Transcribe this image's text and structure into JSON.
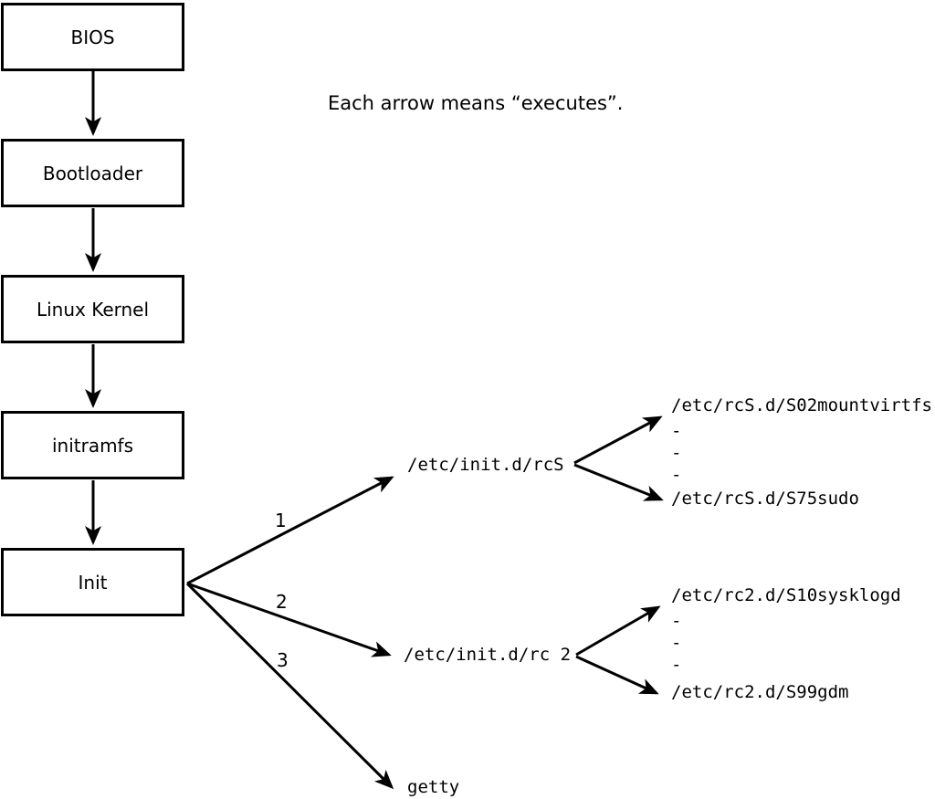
{
  "caption": "Each arrow means “executes”.",
  "chain": [
    {
      "label": "BIOS"
    },
    {
      "label": "Bootloader"
    },
    {
      "label": "Linux Kernel"
    },
    {
      "label": "initramfs"
    },
    {
      "label": "Init"
    }
  ],
  "branches": [
    {
      "number": "1",
      "target": "/etc/init.d/rcS",
      "children": [
        "/etc/rcS.d/S02mountvirtfs",
        "-",
        "-",
        "-",
        "/etc/rcS.d/S75sudo"
      ]
    },
    {
      "number": "2",
      "target": "/etc/init.d/rc 2",
      "children": [
        "/etc/rc2.d/S10sysklogd",
        "-",
        "-",
        "-",
        "/etc/rc2.d/S99gdm"
      ]
    },
    {
      "number": "3",
      "target": "getty",
      "children": []
    }
  ],
  "colors": {
    "background": "#ffffff",
    "line": "#000000",
    "box_border": "#000000",
    "text": "#000000"
  }
}
